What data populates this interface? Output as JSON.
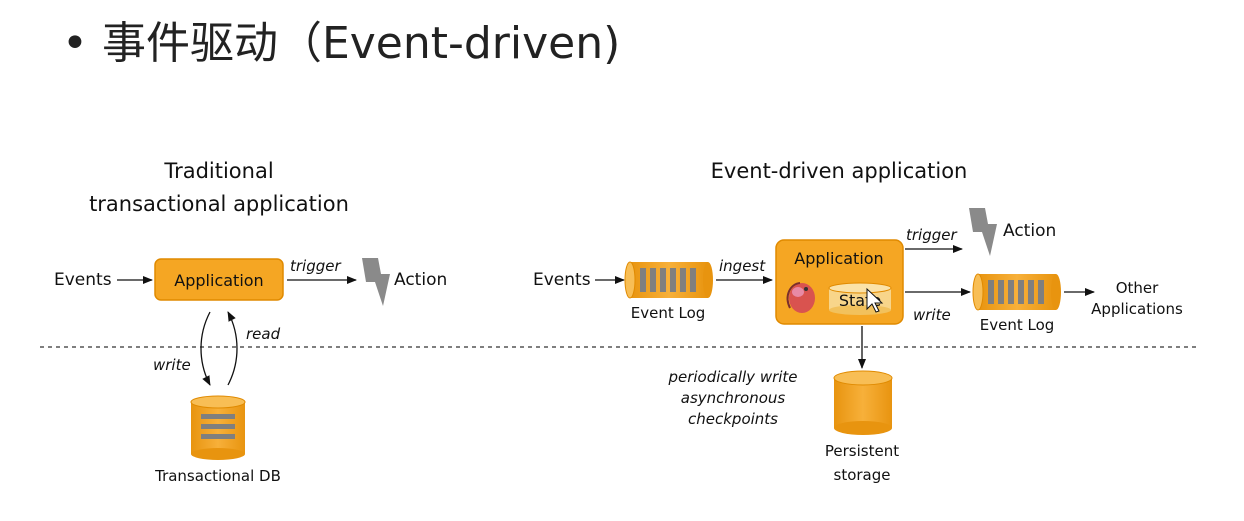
{
  "heading": {
    "bullet": "•",
    "text": "事件驱动（Event-driven)"
  },
  "traditional": {
    "title_line1": "Traditional",
    "title_line2": "transactional application",
    "events_label": "Events",
    "application_label": "Application",
    "trigger_label": "trigger",
    "action_label": "Action",
    "read_label": "read",
    "write_label": "write",
    "db_label": "Transactional DB"
  },
  "event_driven": {
    "title": "Event-driven application",
    "events_label": "Events",
    "event_log_in_label": "Event Log",
    "ingest_label": "ingest",
    "application_label": "Application",
    "state_label": "State",
    "trigger_label": "trigger",
    "action_label": "Action",
    "write_label": "write",
    "event_log_out_label": "Event Log",
    "other_apps_line1": "Other",
    "other_apps_line2": "Applications",
    "checkpoint_line1": "periodically write",
    "checkpoint_line2": "asynchronous",
    "checkpoint_line3": "checkpoints",
    "storage_line1": "Persistent",
    "storage_line2": "storage"
  },
  "colors": {
    "orange": "#F5A623",
    "orange_border": "#E08A00",
    "lightning": "#8A8A8A",
    "log_bar": "#7F7F7F"
  }
}
